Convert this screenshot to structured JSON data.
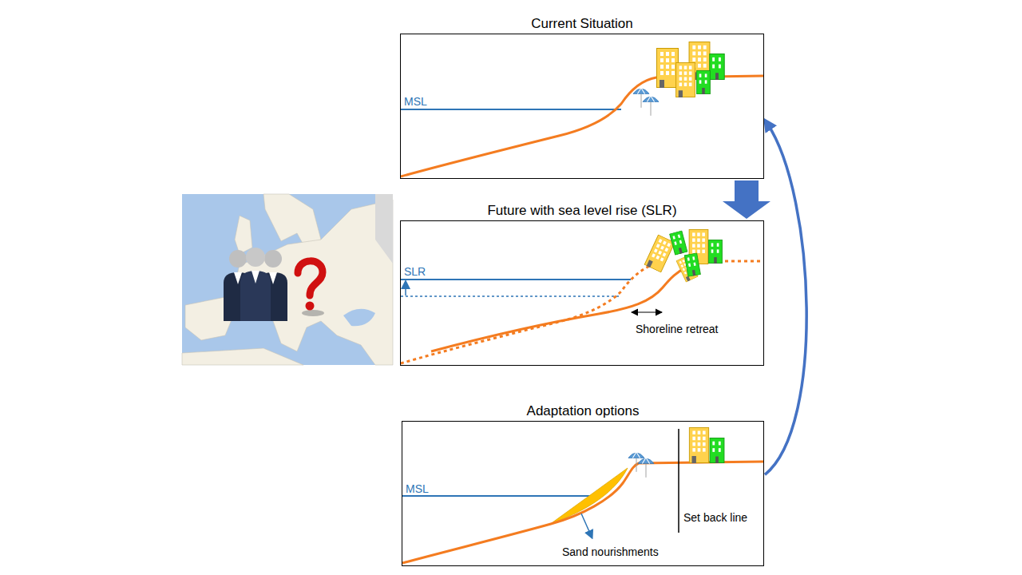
{
  "diagram": {
    "nodes": [
      {
        "text": [
          "Current Situation",
          "MSL"
        ]
      },
      {
        "text": [
          "Future with sea level rise (SLR)",
          "SLR",
          "Shoreline retreat"
        ]
      },
      {
        "text": [
          "Adaptation options",
          "MSL",
          "Set back line",
          "Sand nourishments"
        ]
      }
    ],
    "edges": [
      {
        "from": 0,
        "to": 1,
        "arrow": "to"
      },
      {
        "from": 2,
        "to": 0,
        "arrow": "to"
      }
    ]
  }
}
